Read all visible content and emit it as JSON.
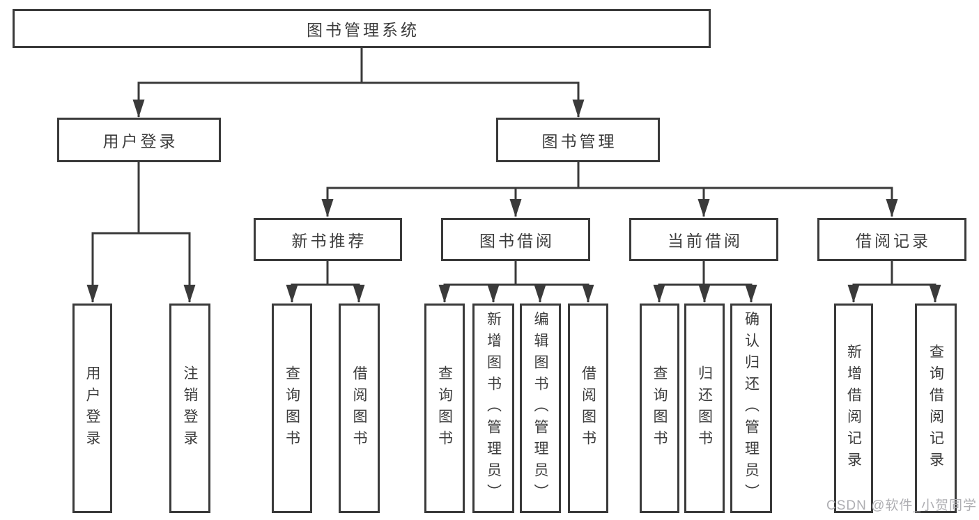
{
  "root": {
    "label": "图书管理系统"
  },
  "user_login": {
    "label": "用户登录",
    "leaves": [
      "用户登录",
      "注销登录"
    ]
  },
  "book_mgmt": {
    "label": "图书管理",
    "modules": [
      {
        "label": "新书推荐",
        "leaves": [
          "查询图书",
          "借阅图书"
        ]
      },
      {
        "label": "图书借阅",
        "leaves": [
          "查询图书",
          "新增图书（管理员）",
          "编辑图书（管理员）",
          "借阅图书"
        ]
      },
      {
        "label": "当前借阅",
        "leaves": [
          "查询图书",
          "归还图书",
          "确认归还（管理员）"
        ]
      },
      {
        "label": "借阅记录",
        "leaves": [
          "新增借阅记录",
          "查询借阅记录"
        ]
      }
    ]
  },
  "watermark": "CSDN @软件_小贺同学",
  "colors": {
    "line": "#3a3a3a",
    "text": "#3c3c3c",
    "watermark": "#aeaeb2",
    "background": "#ffffff"
  }
}
